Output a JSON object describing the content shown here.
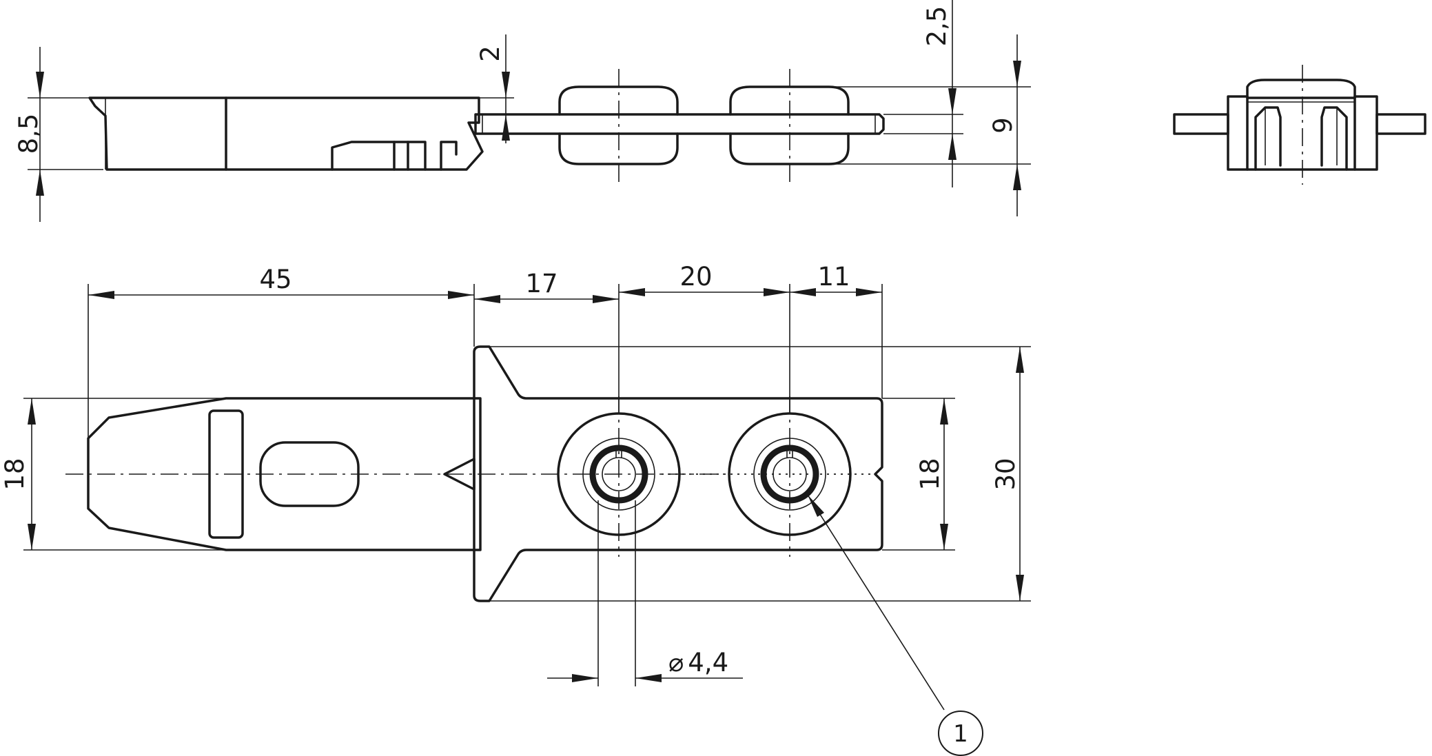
{
  "dimensions": {
    "height_8_5": "8,5",
    "depth_2": "2",
    "depth_2_5": "2,5",
    "height_9": "9",
    "length_45": "45",
    "length_17": "17",
    "length_20": "20",
    "length_11": "11",
    "width_18_left": "18",
    "width_18_right": "18",
    "width_30": "30",
    "diameter_symbol": "⌀",
    "diameter_4_4": "4,4"
  },
  "callout": {
    "number": "1"
  }
}
